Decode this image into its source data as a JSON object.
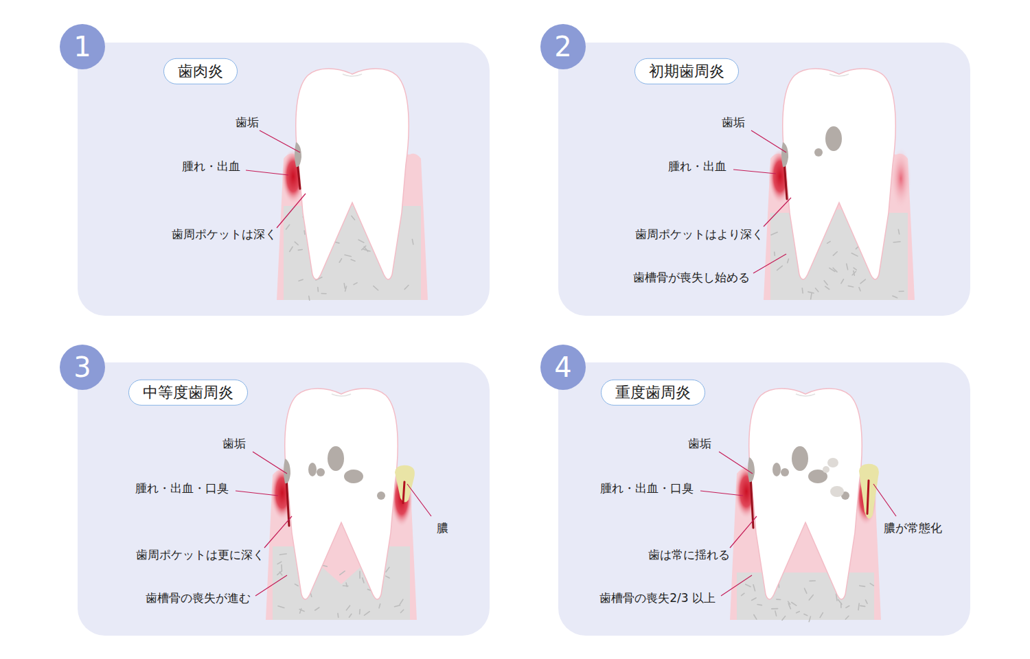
{
  "diagram": {
    "nodes": [
      {
        "text": [
          "1"
        ]
      },
      {
        "text": [
          "歯垢",
          "腫れ・出血",
          "歯周ポケットは深く"
        ]
      },
      {
        "text": [
          "歯肉炎"
        ],
        "in": 1
      },
      {
        "text": [
          "2"
        ]
      },
      {
        "text": [
          "歯垢",
          "腫れ・出血",
          "歯周ポケットはより深く",
          "歯槽骨が喪失し始める"
        ]
      },
      {
        "text": [
          "初期歯周炎"
        ],
        "in": 4
      },
      {
        "text": [
          "3"
        ]
      },
      {
        "text": [
          "歯垢",
          "腫れ・出血・口臭",
          "膿",
          "歯周ポケットは更に深く",
          "歯槽骨の喪失が進む"
        ]
      },
      {
        "text": [
          "中等度歯周炎"
        ],
        "in": 7
      },
      {
        "text": [
          "4"
        ]
      },
      {
        "text": [
          "歯垢",
          "腫れ・出血・口臭",
          "膿が常態化",
          "歯は常に揺れる",
          "歯槽骨の喪失2/3 以上"
        ]
      },
      {
        "text": [
          "重度歯周炎"
        ],
        "in": 10
      }
    ]
  }
}
